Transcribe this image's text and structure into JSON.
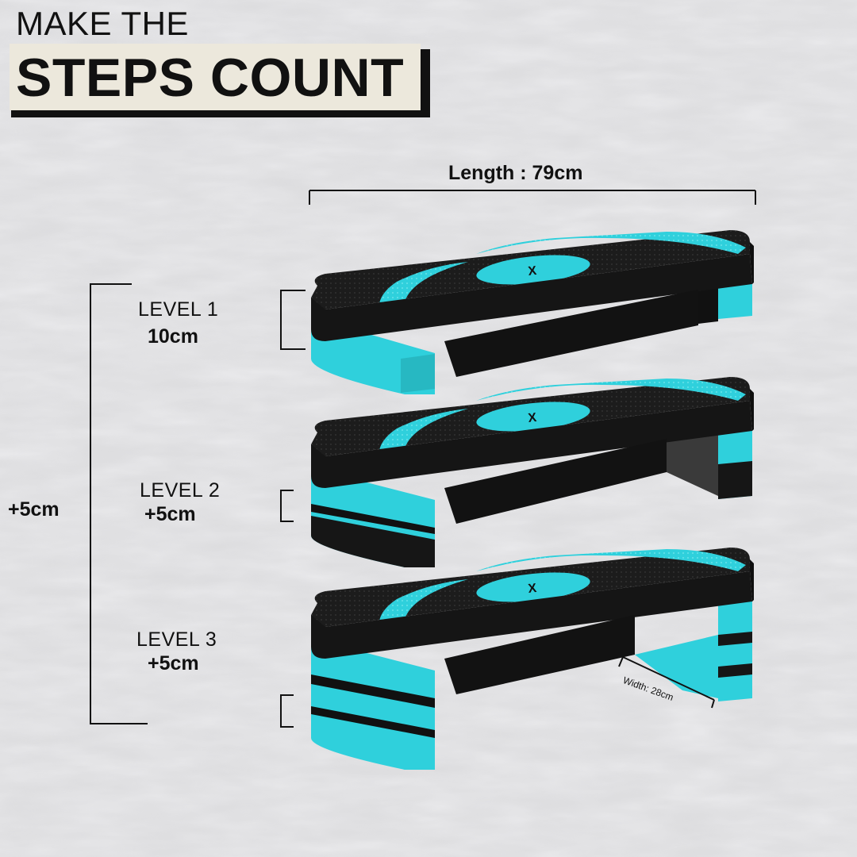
{
  "header": {
    "line1": "MAKE THE",
    "line2": "STEPS COUNT"
  },
  "dimensions": {
    "length_label": "Length : 79cm",
    "width_label": "Width: 28cm",
    "total_increment": "+5cm"
  },
  "levels": [
    {
      "name": "LEVEL 1",
      "value": "10cm"
    },
    {
      "name": "LEVEL 2",
      "value": "+5cm"
    },
    {
      "name": "LEVEL 3",
      "value": "+5cm"
    }
  ],
  "colors": {
    "accent": "#2fd0dc",
    "platform": "#1a1a1a",
    "background": "#dcdcde"
  }
}
